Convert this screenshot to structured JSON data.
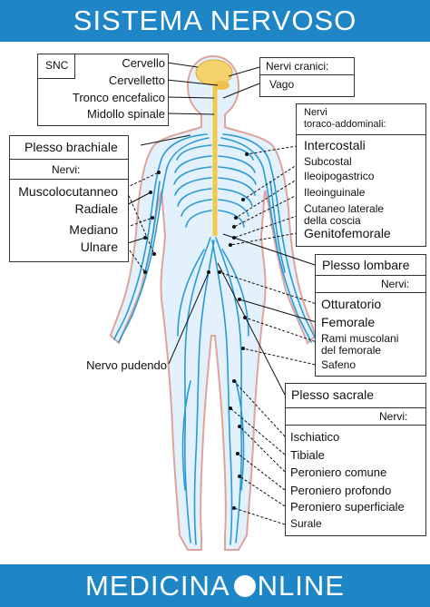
{
  "title": "SISTEMA NERVOSO",
  "footer": {
    "part1": "MEDICINA ",
    "part2": "NLINE"
  },
  "snc": {
    "header": "SNC",
    "items": [
      "Cervello",
      "Cervelletto",
      "Tronco encefalico",
      "Midollo spinale"
    ]
  },
  "cranial": {
    "header": "Nervi cranici:",
    "items": [
      "Vago"
    ]
  },
  "brachial": {
    "header": "Plesso brachiale",
    "subheader": "Nervi:",
    "items": [
      "Muscolocutanneo",
      "Radiale",
      "Mediano",
      "Ulnare"
    ]
  },
  "thoraco": {
    "header_line1": "Nervi",
    "header_line2": "toraco-addominali:",
    "items": [
      "Intercostali",
      "Subcostal",
      "Ileoipogastrico",
      "Ileoinguinale",
      "Cutaneo laterale",
      "della coscia",
      "Genitofemorale"
    ]
  },
  "lumbar": {
    "header": "Plesso lombare",
    "subheader": "Nervi:",
    "items": [
      "Otturatorio",
      "Femorale",
      "Rami muscolani",
      "del femorale",
      "Safeno"
    ]
  },
  "pudendal": {
    "label": "Nervo pudendo"
  },
  "sacral": {
    "header": "Plesso sacrale",
    "subheader": "Nervi:",
    "items": [
      "Ischiatico",
      "Tibiale",
      "Peroniero comune",
      "Peroniero profondo",
      "Peroniero superficiale",
      "Surale"
    ]
  },
  "colors": {
    "header_bg": "#1e86c6",
    "nerve": "#2a9ad6",
    "body_fill": "#e2f1fb",
    "body_outline": "#e0a39b",
    "spinal": "#f2c84b"
  }
}
